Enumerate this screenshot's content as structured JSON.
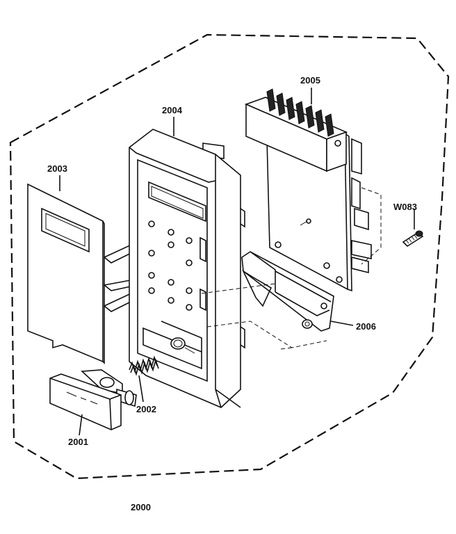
{
  "diagram": {
    "assembly_label": "2000",
    "parts": {
      "p2001": "2001",
      "p2002": "2002",
      "p2003": "2003",
      "p2004": "2004",
      "p2005": "2005",
      "p2006": "2006",
      "w083": "W083"
    }
  }
}
